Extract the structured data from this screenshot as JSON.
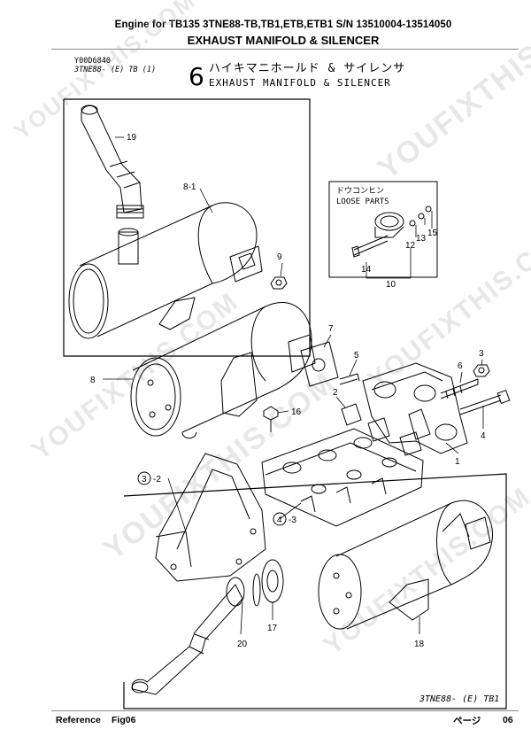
{
  "header": {
    "line1": "Engine for TB135  3TNE88-TB,TB1,ETB,ETB1  S/N 13510004-13514050",
    "line2": "EXHAUST MANIFOLD & SILENCER"
  },
  "drawing": {
    "code": "Y00D6840",
    "model_ref": "3TNE88- (E) TB (1)",
    "figure_number": "6",
    "title_jp": "ハイキマニホールド & サイレンサ",
    "title_en": "EXHAUST MANIFOLD & SILENCER",
    "loose_parts_jp": "ドウコンヒン",
    "loose_parts_en": "LOOSE PARTS",
    "model_tag": "3TNE88- (E) TB1"
  },
  "callouts": {
    "p1": "1",
    "p2": "2",
    "p3": "3",
    "p4": "4",
    "p5": "5",
    "p6": "6",
    "p7": "7",
    "p8": "8",
    "p8_1": "8-1",
    "p9": "9",
    "p10": "10",
    "p12": "12",
    "p13": "13",
    "p14": "14",
    "p15": "15",
    "p16": "16",
    "p17": "17",
    "p18": "18",
    "p19": "19",
    "p20": "20",
    "ref3_num": "3",
    "ref3_suffix": "-2",
    "ref4_num": "4",
    "ref4_suffix": "-3"
  },
  "watermark": "YOUFIXTHIS.COM",
  "footer": {
    "reference_label": "Reference",
    "fig_label": "Fig06",
    "page_label": "ページ",
    "page_number": "06"
  }
}
